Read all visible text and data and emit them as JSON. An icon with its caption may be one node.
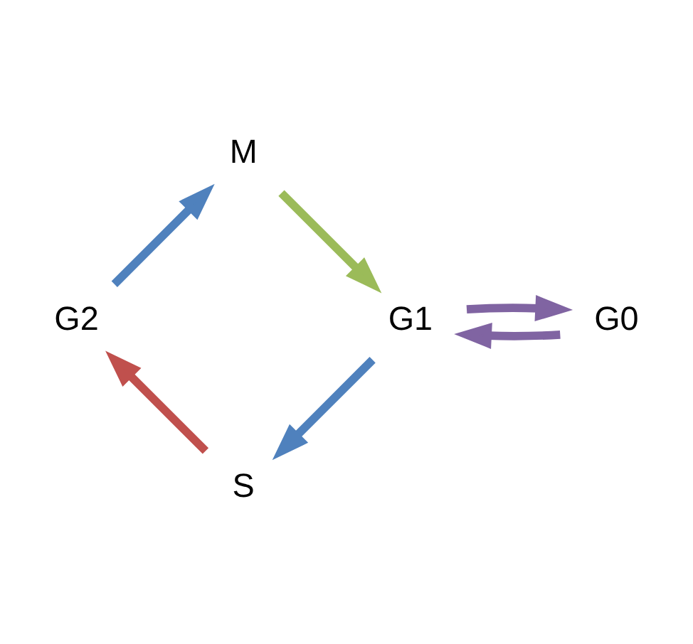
{
  "diagram": {
    "nodes": [
      {
        "text": [
          "M"
        ]
      },
      {
        "text": [
          "G1"
        ]
      },
      {
        "text": [
          "S"
        ]
      },
      {
        "text": [
          "G2"
        ]
      },
      {
        "text": [
          "G0"
        ]
      }
    ],
    "edges": [
      {
        "from": 0,
        "to": 1,
        "arrow": "to",
        "color": "#9bbb59"
      },
      {
        "from": 1,
        "to": 2,
        "arrow": "to",
        "color": "#4f81bd"
      },
      {
        "from": 2,
        "to": 3,
        "arrow": "to",
        "color": "#c0504d"
      },
      {
        "from": 3,
        "to": 0,
        "arrow": "to",
        "color": "#4f81bd"
      },
      {
        "from": 1,
        "to": 4,
        "arrow": "to",
        "color": "#8064a2"
      },
      {
        "from": 4,
        "to": 1,
        "arrow": "to",
        "color": "#8064a2"
      }
    ]
  }
}
